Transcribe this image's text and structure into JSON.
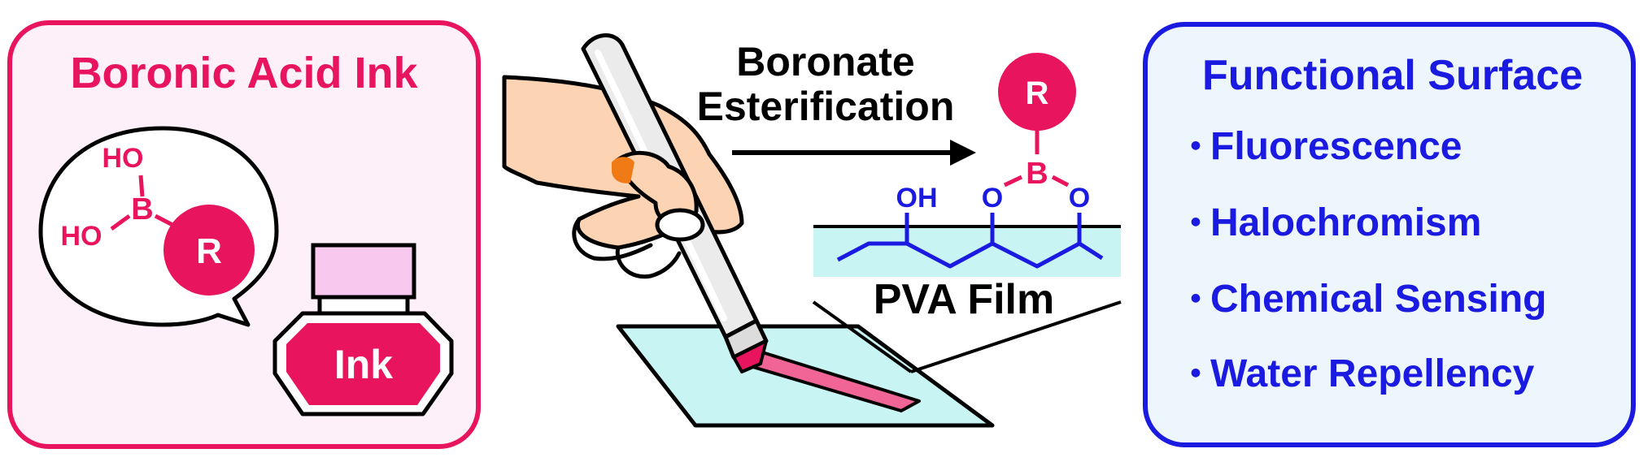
{
  "left_panel": {
    "title": "Boronic Acid Ink",
    "structure": {
      "ho_top": "HO",
      "ho_left": "HO",
      "boron": "B",
      "r_group": "R"
    },
    "bottle_label": "Ink"
  },
  "center": {
    "reaction_label_line1": "Boronate",
    "reaction_label_line2": "Esterification",
    "ester": {
      "r_group": "R",
      "boron": "B",
      "oxygen_left": "O",
      "oxygen_right": "O",
      "hydroxyl": "OH"
    },
    "film_label": "PVA Film"
  },
  "right_panel": {
    "title": "Functional Surface",
    "bullet": "・",
    "items": [
      "Fluorescence",
      "Halochromism",
      "Chemical Sensing",
      "Water Repellency"
    ]
  },
  "colors": {
    "pink": "#e8145e",
    "pink_panel_bg": "#fdf0f8",
    "blue": "#1a1ae0",
    "blue_panel_bg": "#eef6fd",
    "film": "#c8f4f4",
    "skin": "#fcd3b3",
    "cap": "#f9c8ef"
  }
}
